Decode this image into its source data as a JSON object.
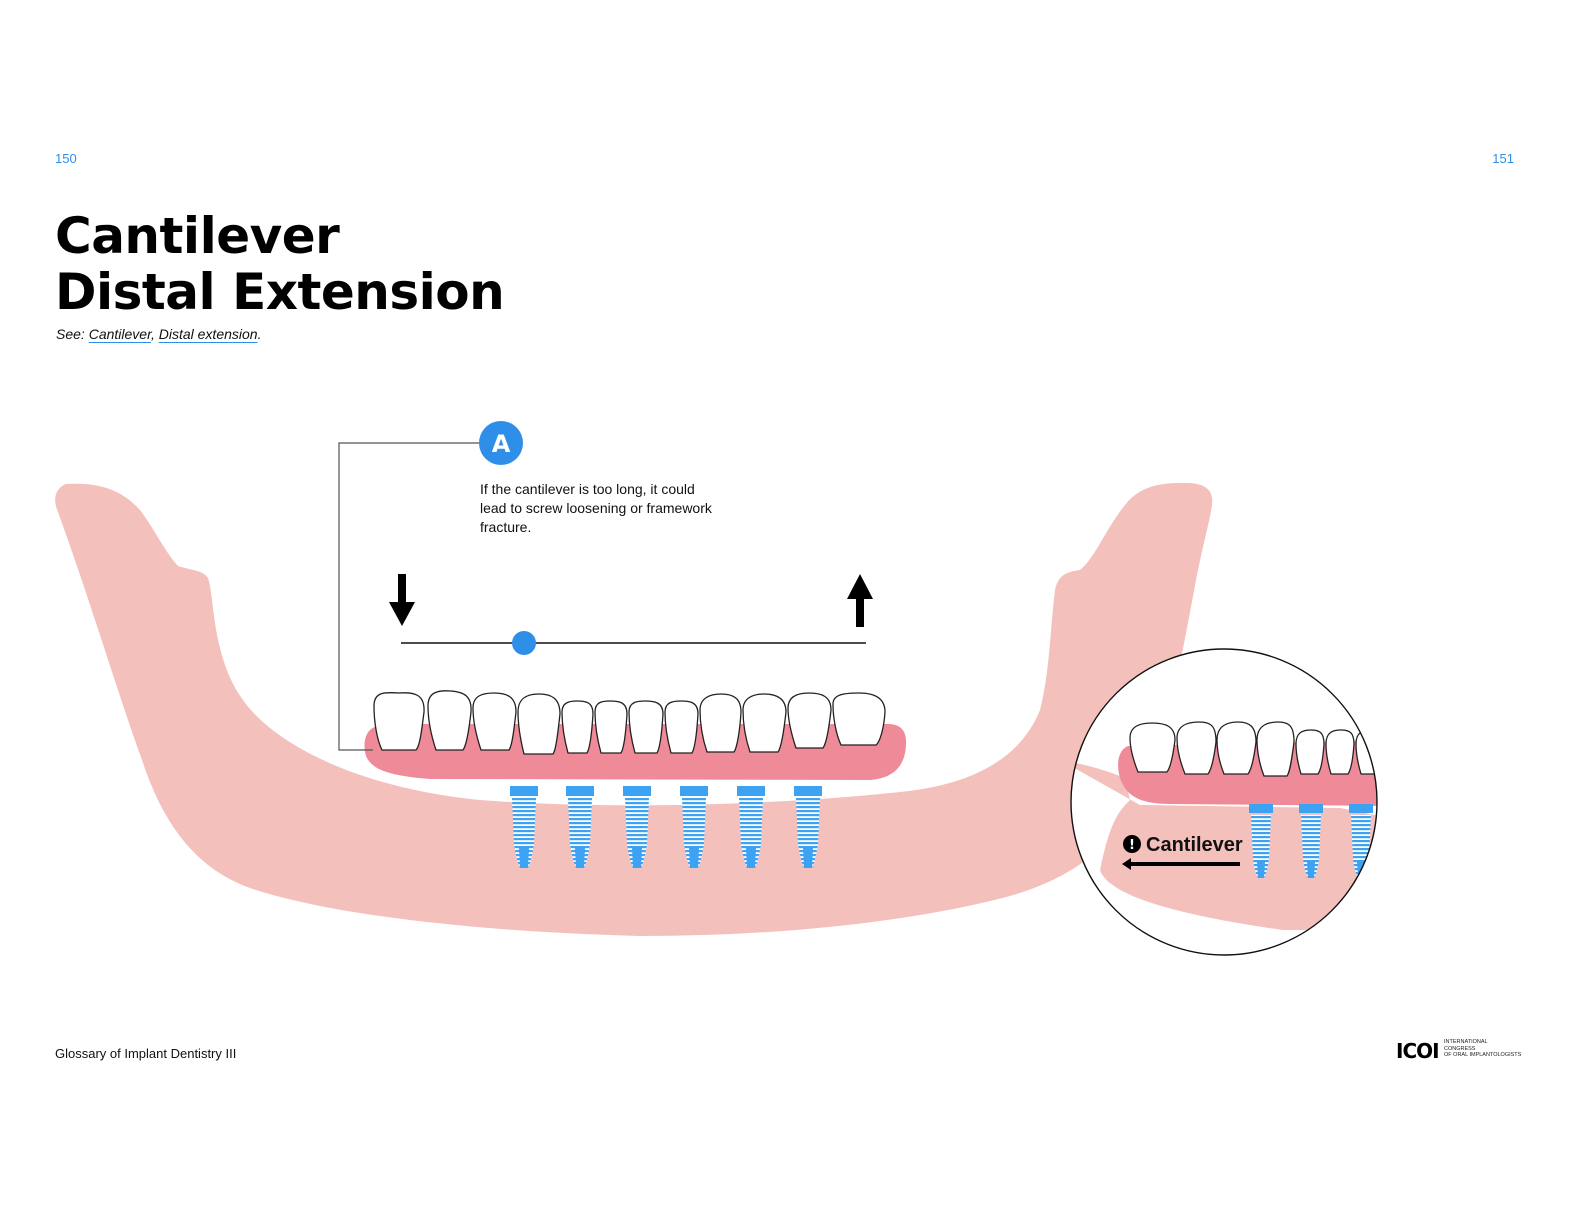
{
  "page": {
    "left_number": "150",
    "right_number": "151",
    "title_line1": "Cantilever",
    "title_line2": "Distal Extension",
    "see_prefix": "See: ",
    "see_links": [
      "Cantilever",
      "Distal extension"
    ],
    "see_sep": ", ",
    "see_end": "."
  },
  "figure": {
    "marker_label": "A",
    "caption": "If the cantilever is too long, it could lead to screw loosening or framework fracture.",
    "inset_label": "Cantilever",
    "inset_alert_glyph": "!"
  },
  "footer": {
    "book_title": "Glossary of Implant Dentistry III",
    "logo_mark": "ICOI",
    "logo_lines": [
      "International",
      "Congress",
      "of Oral Implantologists"
    ]
  },
  "colors": {
    "accent_blue": "#2f8fe8",
    "bone_pink": "#f3c0bc",
    "gum_pink": "#ef8b98",
    "implant_blue": "#3ea2f2"
  }
}
